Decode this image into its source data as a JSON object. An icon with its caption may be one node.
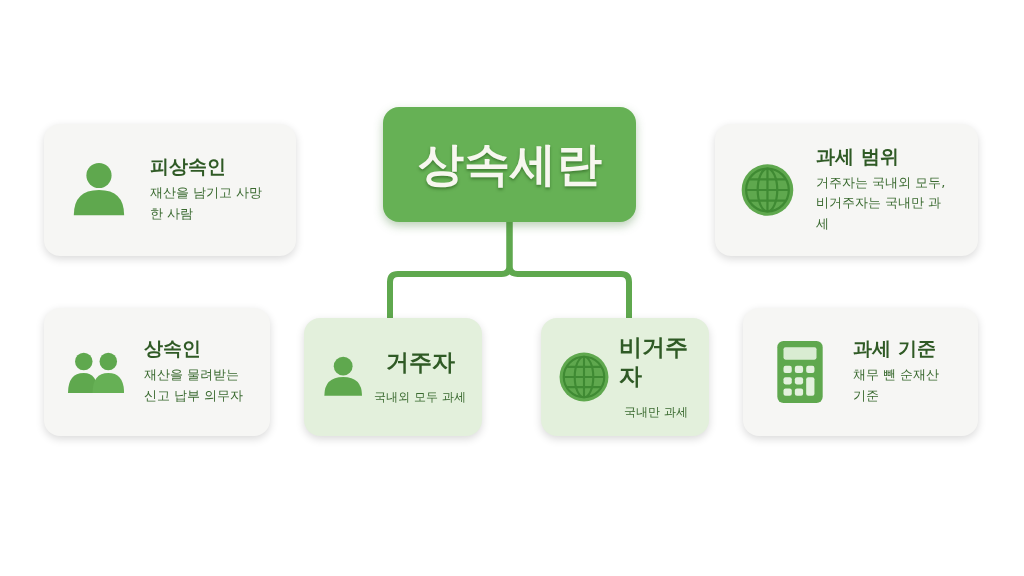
{
  "diagram": {
    "nodes": [
      {
        "text": [
          "피상속인",
          "재산을 남기고 사망한 사람"
        ]
      },
      {
        "text": [
          "상속세란"
        ]
      },
      {
        "text": [
          "과세 범위",
          "거주자는 국내외 모두, 비거주자는 국내만 과세"
        ]
      },
      {
        "text": [
          "상속인",
          "재산을 물려받는 신고 납부 의무자"
        ]
      },
      {
        "text": [
          "거주자",
          "국내외 모두 과세"
        ]
      },
      {
        "text": [
          "비거주자",
          "국내만 과세"
        ]
      },
      {
        "text": [
          "과세 기준",
          "채무 뺀 순재산 기준"
        ]
      }
    ],
    "edges": [
      {
        "from": 1,
        "to": 4,
        "arrow": "none"
      },
      {
        "from": 1,
        "to": 5,
        "arrow": "none"
      }
    ]
  }
}
